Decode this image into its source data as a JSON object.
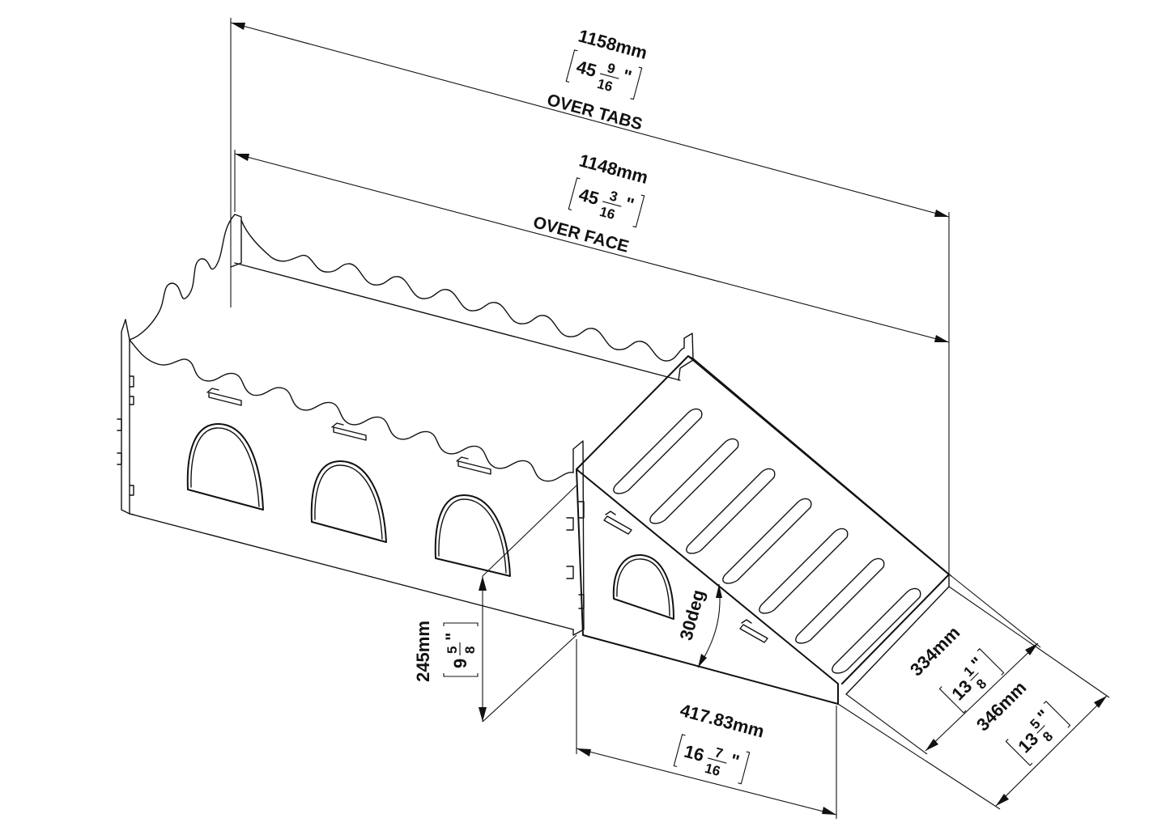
{
  "dimensions": {
    "over_tabs": {
      "mm": "1158mm",
      "whole": "45",
      "num": "9",
      "den": "16",
      "unit": "\"",
      "label": "OVER TABS"
    },
    "over_face": {
      "mm": "1148mm",
      "whole": "45",
      "num": "3",
      "den": "16",
      "unit": "\"",
      "label": "OVER FACE"
    },
    "height": {
      "mm": "245mm",
      "whole": "9",
      "num": "5",
      "den": "8",
      "unit": "\""
    },
    "ramp_base": {
      "mm": "417.83mm",
      "whole": "16",
      "num": "7",
      "den": "16",
      "unit": "\""
    },
    "ramp_inner": {
      "mm": "334mm",
      "whole": "13",
      "num": "1",
      "den": "8",
      "unit": "\""
    },
    "ramp_outer": {
      "mm": "346mm",
      "whole": "13",
      "num": "5",
      "den": "8",
      "unit": "\""
    },
    "angle": {
      "label": "30deg"
    }
  }
}
